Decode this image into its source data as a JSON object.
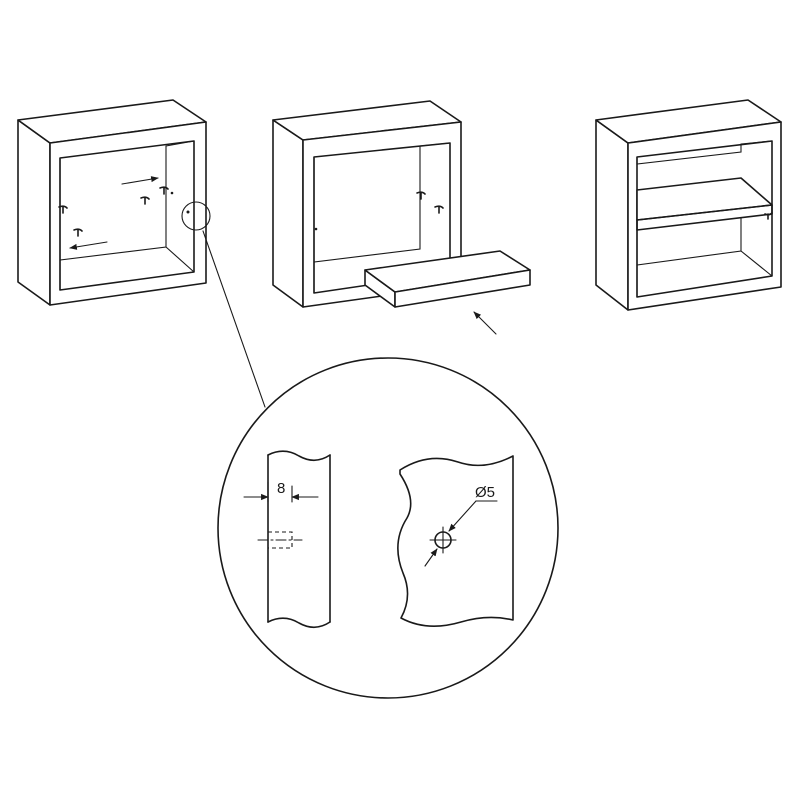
{
  "diagram": {
    "steps": [
      {
        "name": "insert-shelf-pins"
      },
      {
        "name": "slide-in-shelf"
      },
      {
        "name": "assembled-cube"
      }
    ],
    "detail": {
      "depth_label": "8",
      "diameter_label": "Ø5"
    },
    "colors": {
      "line": "#1a1a1a",
      "background": "#ffffff"
    }
  }
}
